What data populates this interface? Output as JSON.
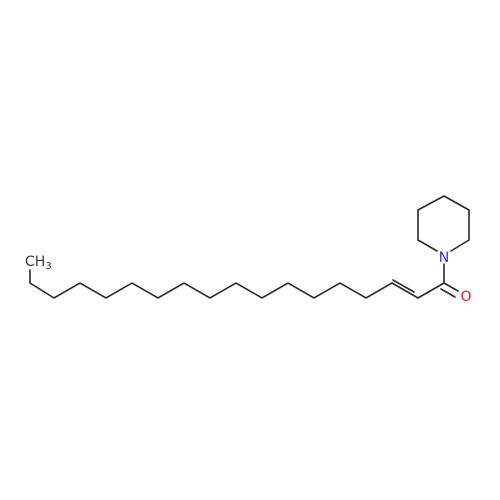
{
  "molecule": {
    "atoms": {
      "terminal_group": {
        "main": "CH",
        "sub": "3"
      },
      "nitrogen": "N",
      "oxygen": "O"
    },
    "colors": {
      "bond": "#2b2b2b",
      "carbon_label": "#3a3a3a",
      "nitrogen": "#2f2fd0",
      "oxygen": "#e02020",
      "background": "#ffffff"
    }
  }
}
